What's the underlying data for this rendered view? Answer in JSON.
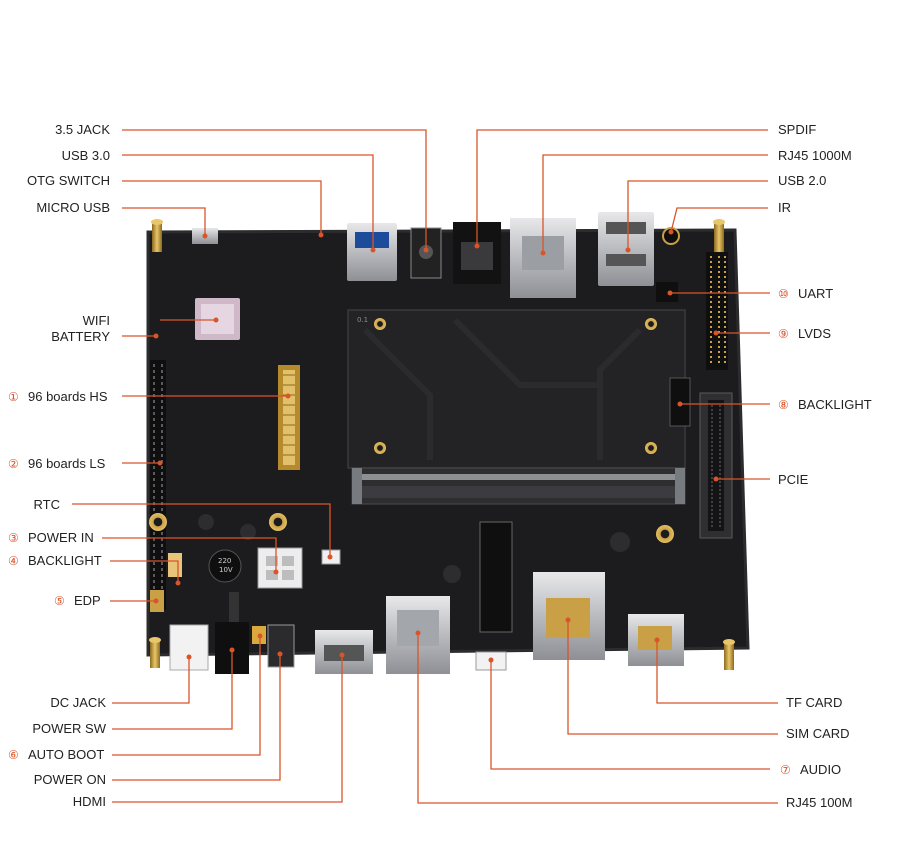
{
  "labels": {
    "jack35": "3.5 JACK",
    "usb30": "USB 3.0",
    "otg_switch": "OTG SWITCH",
    "micro_usb": "MICRO USB",
    "wifi": "WIFI",
    "battery": "BATTERY",
    "hs_num": "①",
    "hs": "96 boards HS",
    "ls_num": "②",
    "ls": "96 boards LS",
    "rtc": "RTC",
    "power_in_num": "③",
    "power_in": "POWER IN",
    "backlight_left_num": "④",
    "backlight_left": "BACKLIGHT",
    "edp_num": "⑤",
    "edp": "EDP",
    "dc_jack": "DC JACK",
    "power_sw": "POWER SW",
    "auto_boot_num": "⑥",
    "auto_boot": "AUTO BOOT",
    "power_on": "POWER ON",
    "hdmi": "HDMI",
    "spdif": "SPDIF",
    "rj45_1000m": "RJ45 1000M",
    "usb20": "USB 2.0",
    "ir": "IR",
    "uart_num": "⑩",
    "uart": "UART",
    "lvds_num": "⑨",
    "lvds": "LVDS",
    "backlight_right_num": "⑧",
    "backlight_right": "BACKLIGHT",
    "pcie": "PCIE",
    "tf_card": "TF CARD",
    "sim_card": "SIM CARD",
    "audio_num": "⑦",
    "audio": "AUDIO",
    "rj45_100m": "RJ45 100M"
  },
  "board": {
    "pcb_number": "0.1",
    "cap_text_1": "220",
    "cap_text_2": "10V"
  },
  "colors": {
    "pcb": "#1c1c1e",
    "leader": "#d9542a",
    "label_text": "#222222"
  }
}
